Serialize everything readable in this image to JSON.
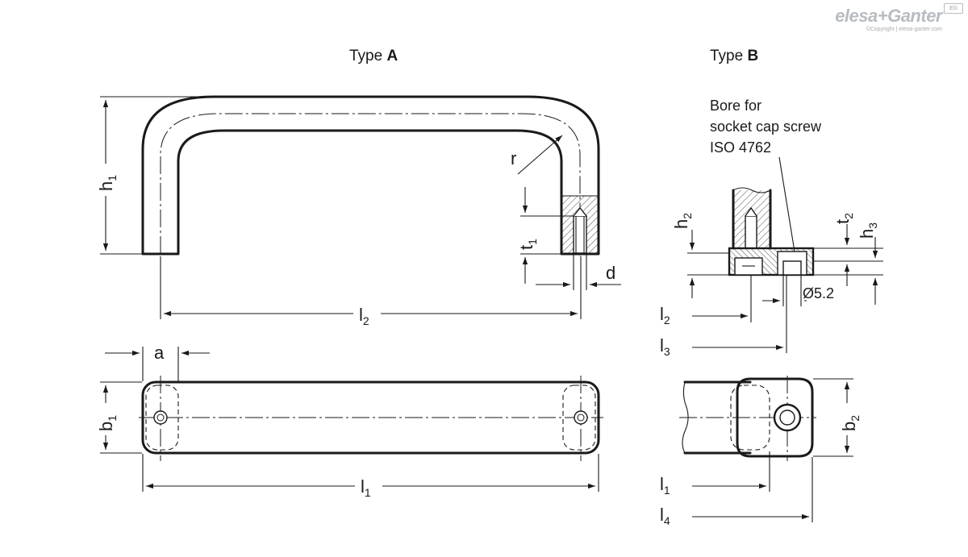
{
  "brand": {
    "logo_text": "elesa+Ganter",
    "copyright": "©Copyright | elesa-ganter.com",
    "badge": "EG"
  },
  "type_a": {
    "title_prefix": "Type ",
    "title_letter": "A",
    "labels": {
      "h1_base": "h",
      "h1_sub": "1",
      "r": "r",
      "t1_base": "t",
      "t1_sub": "1",
      "d": "d",
      "l2_base": "l",
      "l2_sub": "2",
      "a": "a",
      "b1_base": "b",
      "b1_sub": "1",
      "l1_base": "l",
      "l1_sub": "1"
    }
  },
  "type_b": {
    "title_prefix": "Type ",
    "title_letter": "B",
    "note_lines": [
      "Bore for",
      "socket cap screw",
      "ISO 4762"
    ],
    "labels": {
      "h2_base": "h",
      "h2_sub": "2",
      "t2_base": "t",
      "t2_sub": "2",
      "h3_base": "h",
      "h3_sub": "3",
      "diameter": "Ø5.2",
      "l2_base": "l",
      "l2_sub": "2",
      "l3_base": "l",
      "l3_sub": "3",
      "b2_base": "b",
      "b2_sub": "2",
      "l1_base": "l",
      "l1_sub": "1",
      "l4_base": "l",
      "l4_sub": "4"
    }
  },
  "colors": {
    "line": "#1a1a1a",
    "logo": "#b8bcc1"
  }
}
